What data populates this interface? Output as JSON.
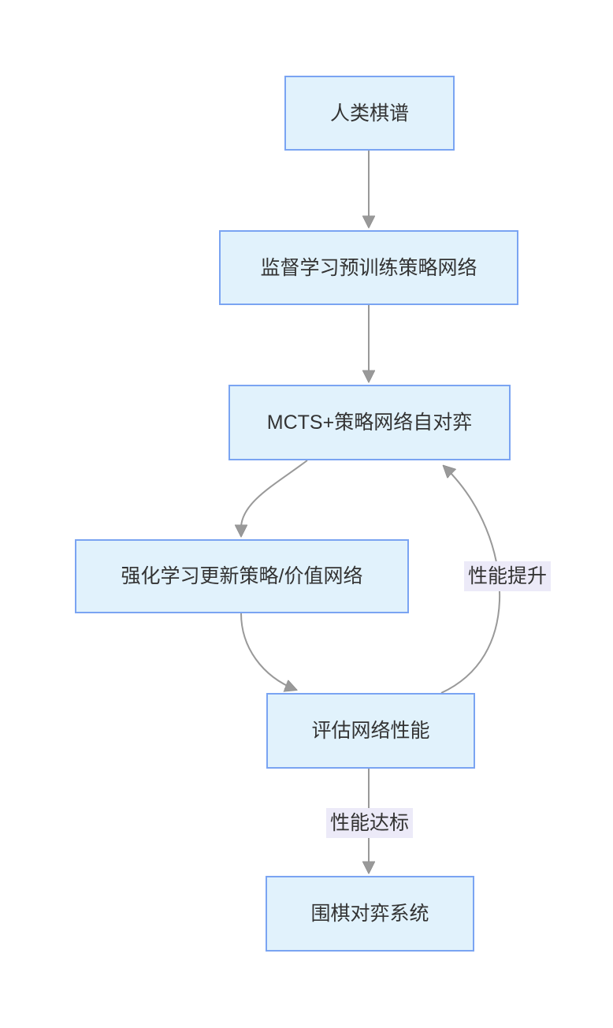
{
  "diagram": {
    "type": "flowchart",
    "direction": "top-down",
    "colors": {
      "background": "#ffffff",
      "node_fill": "#e1f2fc",
      "node_border": "#7aa4f2",
      "node_text": "#333333",
      "edge_stroke": "#999999",
      "arrowhead_fill": "#999999",
      "edge_label_bg": "#eceaf8",
      "edge_label_text": "#333333"
    },
    "nodes": [
      {
        "id": "human-games",
        "label": "人类棋谱"
      },
      {
        "id": "supervised-pretrain",
        "label": "监督学习预训练策略网络"
      },
      {
        "id": "mcts-selfplay",
        "label": "MCTS+策略网络自对弈"
      },
      {
        "id": "rl-update",
        "label": "强化学习更新策略/价值网络"
      },
      {
        "id": "evaluate",
        "label": "评估网络性能"
      },
      {
        "id": "go-system",
        "label": "围棋对弈系统"
      }
    ],
    "edges": [
      {
        "from": "human-games",
        "to": "supervised-pretrain",
        "label": ""
      },
      {
        "from": "supervised-pretrain",
        "to": "mcts-selfplay",
        "label": ""
      },
      {
        "from": "mcts-selfplay",
        "to": "rl-update",
        "label": ""
      },
      {
        "from": "rl-update",
        "to": "evaluate",
        "label": ""
      },
      {
        "from": "evaluate",
        "to": "mcts-selfplay",
        "label": "性能提升"
      },
      {
        "from": "evaluate",
        "to": "go-system",
        "label": "性能达标"
      }
    ]
  }
}
